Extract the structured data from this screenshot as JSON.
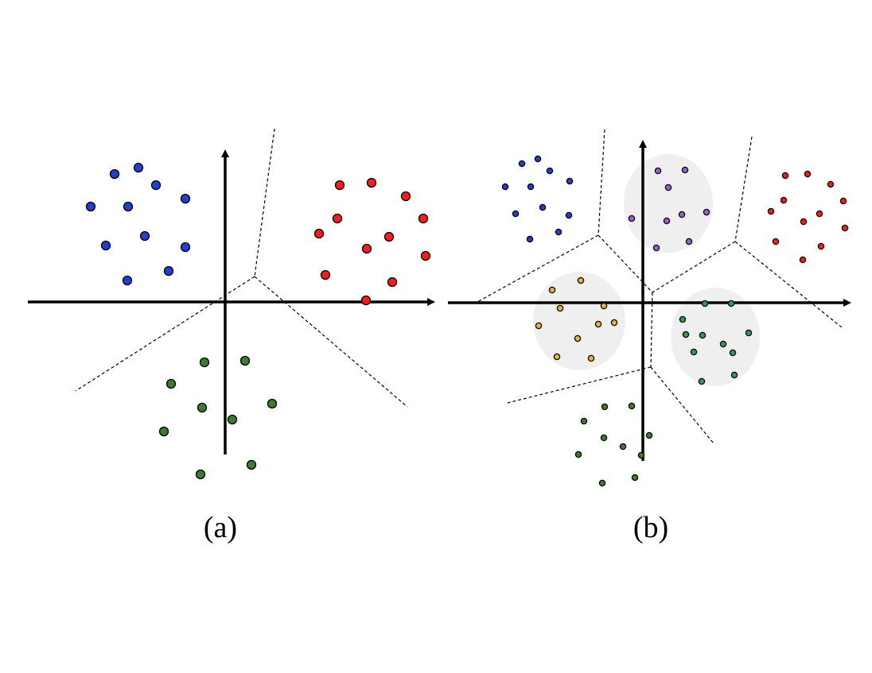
{
  "colors": {
    "blue": "#1f3fd6",
    "red": "#ff1a1a",
    "dark_green": "#3b7d2a",
    "purple": "#9b5de0",
    "yellow": "#f2b51a",
    "green": "#2e9e4f",
    "region_fill": "#efefef"
  },
  "panels": [
    {
      "label": "(a)",
      "description_classes": [
        "blue",
        "red",
        "dark_green"
      ]
    },
    {
      "label": "(b)",
      "description_classes": [
        "blue",
        "purple",
        "red",
        "yellow",
        "green",
        "dark_green"
      ]
    }
  ]
}
